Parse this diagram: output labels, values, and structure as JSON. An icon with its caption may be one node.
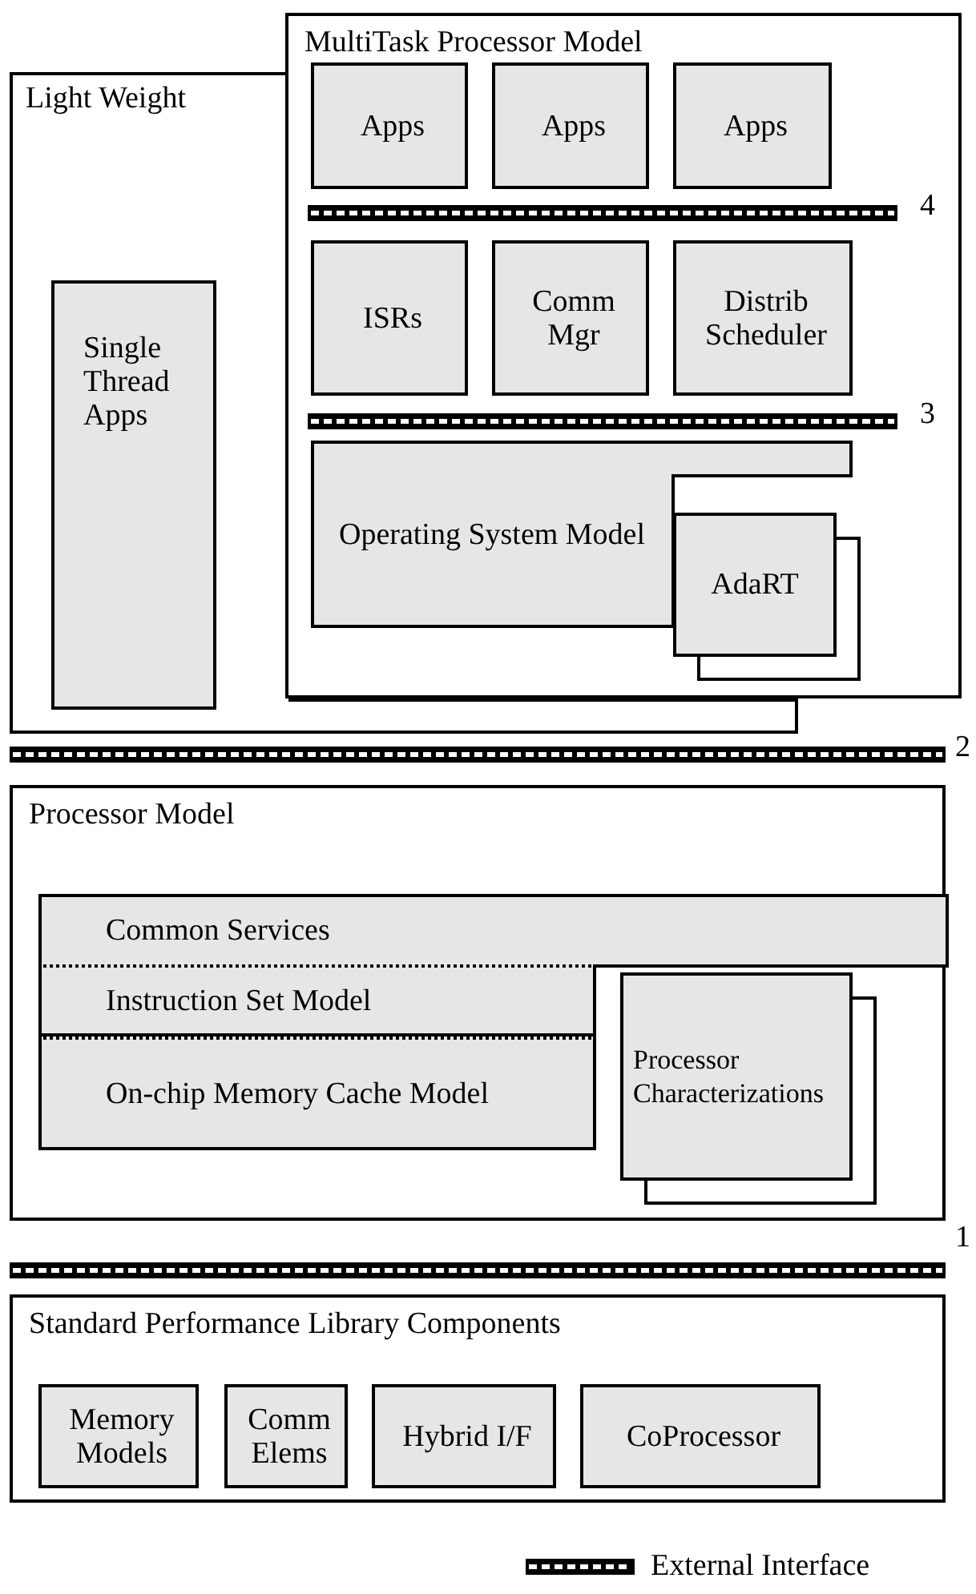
{
  "diagram": {
    "nodes": [
      {
        "text": [
          "MultiTask Processor Model"
        ]
      },
      {
        "text": [
          "Apps"
        ],
        "in": 0
      },
      {
        "text": [
          "Apps"
        ],
        "in": 0
      },
      {
        "text": [
          "Apps"
        ],
        "in": 0
      },
      {
        "text": [
          "ISRs"
        ],
        "in": 0
      },
      {
        "text": [
          "Comm Mgr"
        ],
        "in": 0
      },
      {
        "text": [
          "Distrib Scheduler"
        ],
        "in": 0
      },
      {
        "text": [
          "Operating System Model"
        ],
        "in": 0
      },
      {
        "text": [
          "AdaRT"
        ],
        "in": 0
      },
      {
        "text": [
          "Light Weight"
        ]
      },
      {
        "text": [
          "Single Thread Apps"
        ],
        "in": 9
      },
      {
        "text": [
          "Processor Model"
        ]
      },
      {
        "text": [
          "Common Services"
        ],
        "in": 11
      },
      {
        "text": [
          "Instruction Set Model"
        ],
        "in": 11
      },
      {
        "text": [
          "On-chip Memory Cache Model"
        ],
        "in": 11
      },
      {
        "text": [
          "Processor Characterizations"
        ],
        "in": 11
      },
      {
        "text": [
          "Standard Performance Library Components"
        ]
      },
      {
        "text": [
          "Memory Models"
        ],
        "in": 16
      },
      {
        "text": [
          "Comm Elems"
        ],
        "in": 16
      },
      {
        "text": [
          "Hybrid I/F"
        ],
        "in": 16
      },
      {
        "text": [
          "CoProcessor"
        ],
        "in": 16
      }
    ],
    "edges": [],
    "labels": [
      "4",
      "3",
      "2",
      "1"
    ],
    "legend": [
      {
        "text": "External Interface"
      }
    ]
  }
}
